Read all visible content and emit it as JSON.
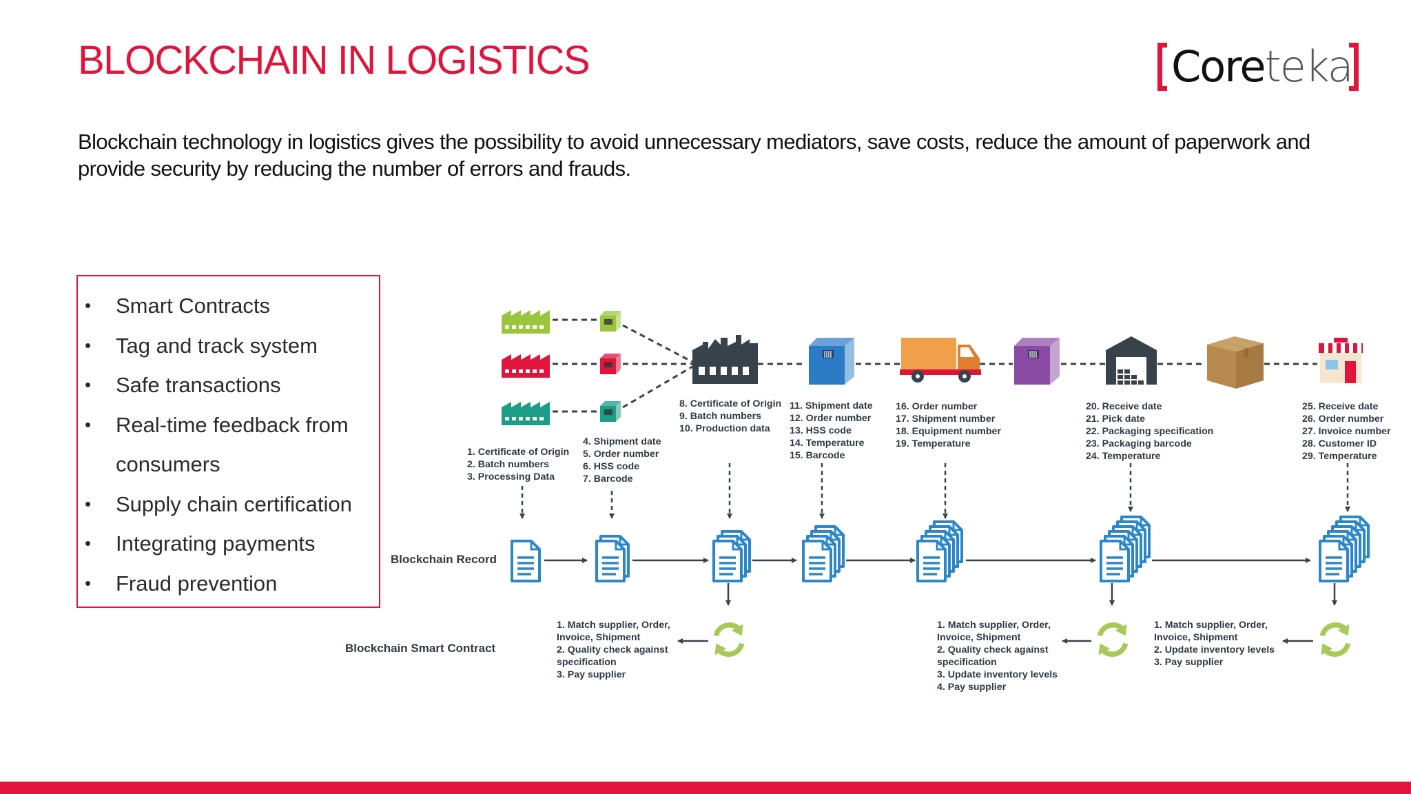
{
  "title": "BLOCKCHAIN IN LOGISTICS",
  "logo": {
    "part1": "Core",
    "part2": "teka"
  },
  "intro": "Blockchain technology in logistics gives the possibility to avoid unnecessary mediators, save costs, reduce the amount of paperwork and provide security by reducing the number of errors and frauds.",
  "features": [
    "Smart Contracts",
    "Tag and track system",
    "Safe transactions",
    "Real-time feedback from consumers",
    "Supply chain certification",
    "Integrating payments",
    "Fraud prevention"
  ],
  "diagram": {
    "row_labels": {
      "record": "Blockchain Record",
      "contract": "Blockchain Smart Contract"
    },
    "data_lists": [
      [
        "1.  Certificate of Origin",
        "2.  Batch numbers",
        "3.  Processing Data"
      ],
      [
        "4.  Shipment date",
        "5.  Order number",
        "6.  HSS code",
        "7.  Barcode"
      ],
      [
        "8.  Certificate of Origin",
        "9.  Batch numbers",
        "10. Production data"
      ],
      [
        "11. Shipment date",
        "12. Order number",
        "13. HSS code",
        "14. Temperature",
        "15. Barcode"
      ],
      [
        "16. Order number",
        "17. Shipment number",
        "18. Equipment number",
        "19. Temperature"
      ],
      [
        "20. Receive date",
        "21. Pick date",
        "22. Packaging specification",
        "23. Packaging barcode",
        "24. Temperature"
      ],
      [
        "25. Receive date",
        "26. Order number",
        "27. Invoice number",
        "28. Customer ID",
        "29. Temperature"
      ]
    ],
    "contracts": [
      [
        "1.  Match supplier, Order,",
        "     Invoice, Shipment",
        "2.  Quality check against",
        "     specification",
        "3.  Pay supplier"
      ],
      [
        "1.  Match supplier, Order,",
        "     Invoice, Shipment",
        "2.  Quality check against",
        "     specification",
        "3.  Update inventory levels",
        "4.  Pay supplier"
      ],
      [
        "1.  Match supplier, Order,",
        "     Invoice, Shipment",
        "2.  Update inventory levels",
        "3.  Pay supplier"
      ]
    ]
  },
  "colors": {
    "accent": "#e0143c",
    "lime": "#9bc53d",
    "red": "#e0143c",
    "teal": "#1a9e85",
    "blue": "#2b7bc6",
    "dark": "#37424a",
    "orange": "#f0a04b",
    "purple": "#8b4aa6",
    "doc": "#2b87c8",
    "cycle": "#a7c957"
  }
}
